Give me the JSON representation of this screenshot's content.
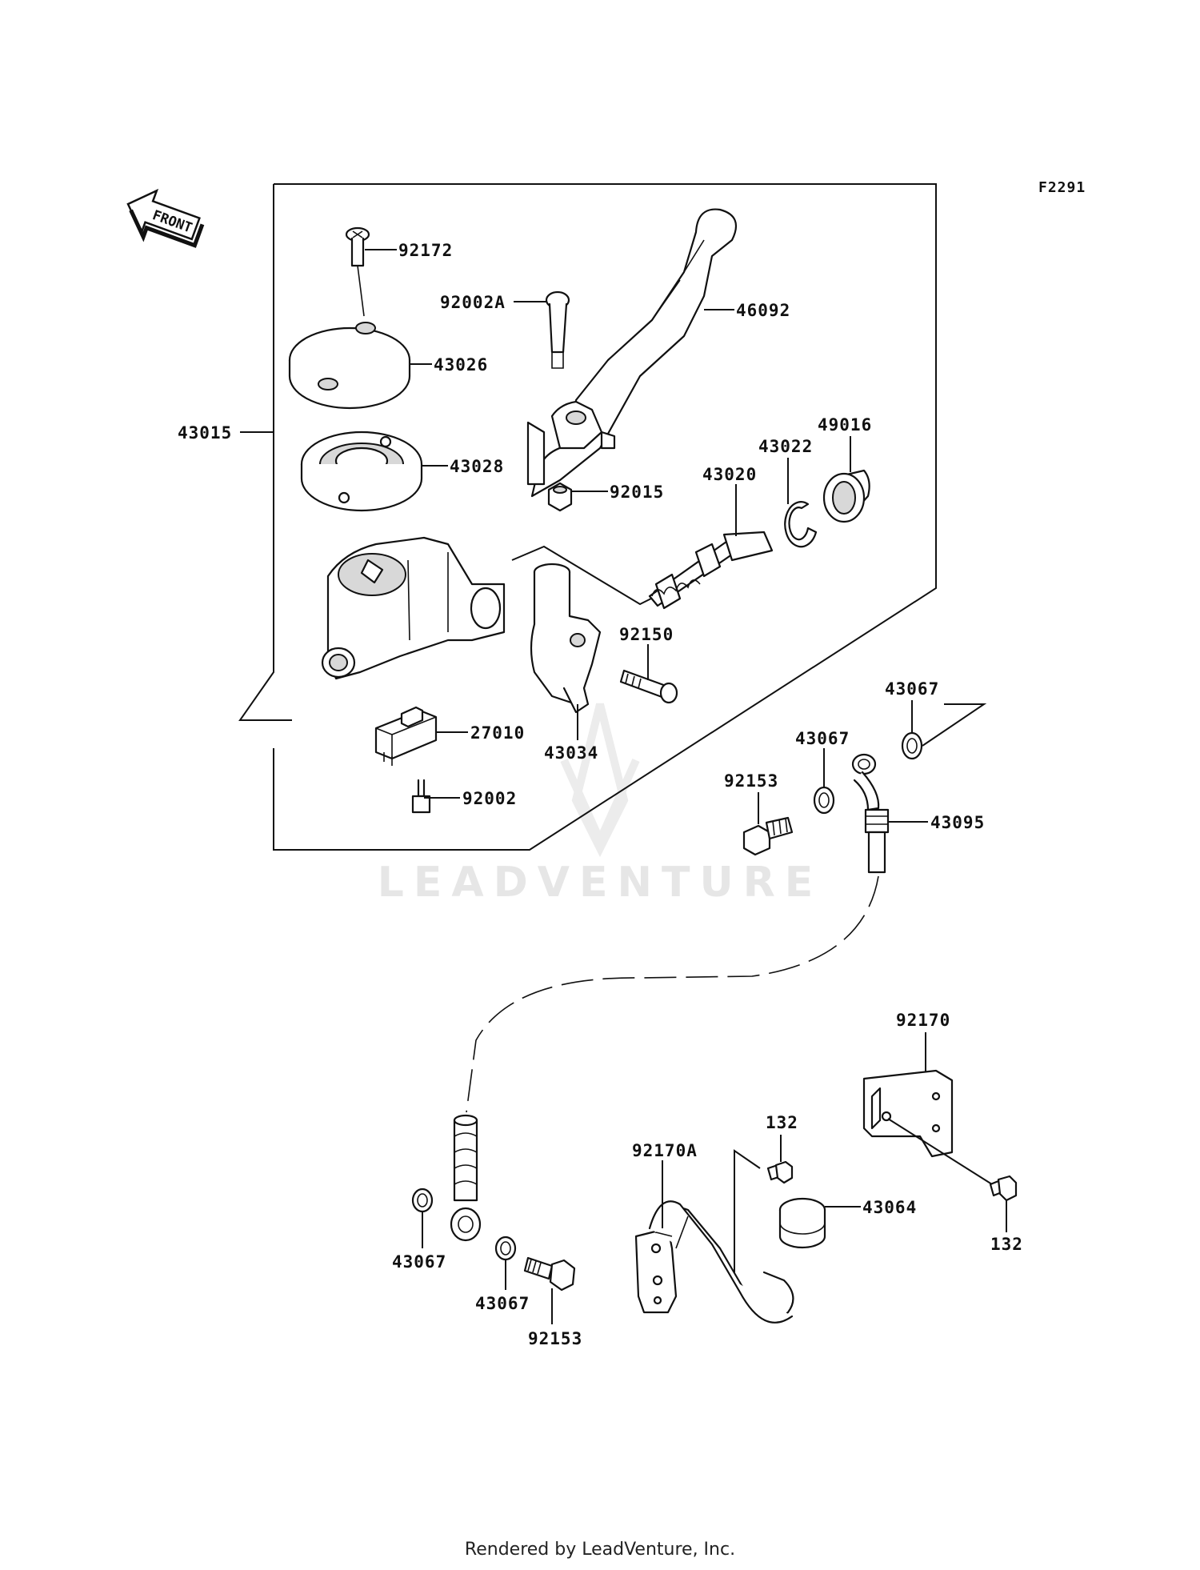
{
  "diagram_code": "F2291",
  "front_label": "FRONT",
  "watermark": "LEADVENTURE",
  "footer": "Rendered by LeadVenture, Inc.",
  "parts": {
    "p92172": "92172",
    "p92002A": "92002A",
    "p46092": "46092",
    "p43026": "43026",
    "p43015": "43015",
    "p43028": "43028",
    "p92015": "92015",
    "p43020": "43020",
    "p43022": "43022",
    "p49016": "49016",
    "p92150": "92150",
    "p43067a": "43067",
    "p43067b": "43067",
    "p27010": "27010",
    "p43034": "43034",
    "p92153a": "92153",
    "p43095": "43095",
    "p92002": "92002",
    "p92170": "92170",
    "p132a": "132",
    "p92170A": "92170A",
    "p43064": "43064",
    "p132b": "132",
    "p43067c": "43067",
    "p43067d": "43067",
    "p92153b": "92153"
  }
}
